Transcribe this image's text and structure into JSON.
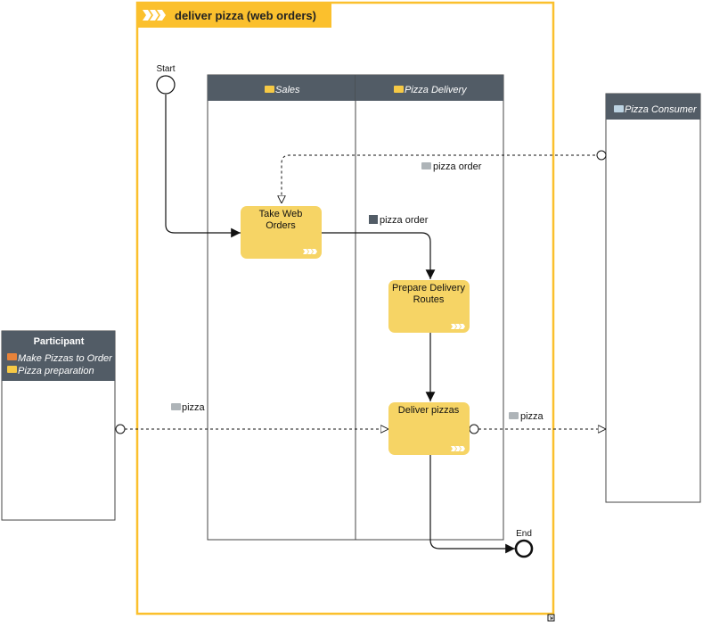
{
  "process": {
    "title": "deliver pizza (web orders)",
    "accent_color": "#fbc02d",
    "title_bar_color": "#fbc02d"
  },
  "lanes": [
    {
      "label": "Sales"
    },
    {
      "label": "Pizza Delivery"
    }
  ],
  "events": {
    "start_label": "Start",
    "end_label": "End"
  },
  "tasks": [
    {
      "id": "take",
      "lines": [
        "Take Web",
        "Orders"
      ]
    },
    {
      "id": "prepare",
      "lines": [
        "Prepare Delivery",
        "Routes"
      ]
    },
    {
      "id": "deliver",
      "lines": [
        "Deliver pizzas"
      ]
    }
  ],
  "data_labels": {
    "web_order": "pizza order",
    "consumer_order": "pizza order",
    "pizza_in": "pizza",
    "pizza_out": "pizza"
  },
  "participant": {
    "title": "Participant",
    "items": [
      {
        "label": "Make Pizzas to Order",
        "icon": "process-icon",
        "color": "#e8833a"
      },
      {
        "label": "Pizza preparation",
        "icon": "folder-icon",
        "color": "#f6c945"
      }
    ]
  },
  "consumer": {
    "label": "Pizza Consumer",
    "icon": "folder-icon"
  },
  "colors": {
    "task_fill": "#f6d465",
    "header_fill": "#525c66",
    "line": "#111111"
  },
  "footer_icon": "expand-icon"
}
